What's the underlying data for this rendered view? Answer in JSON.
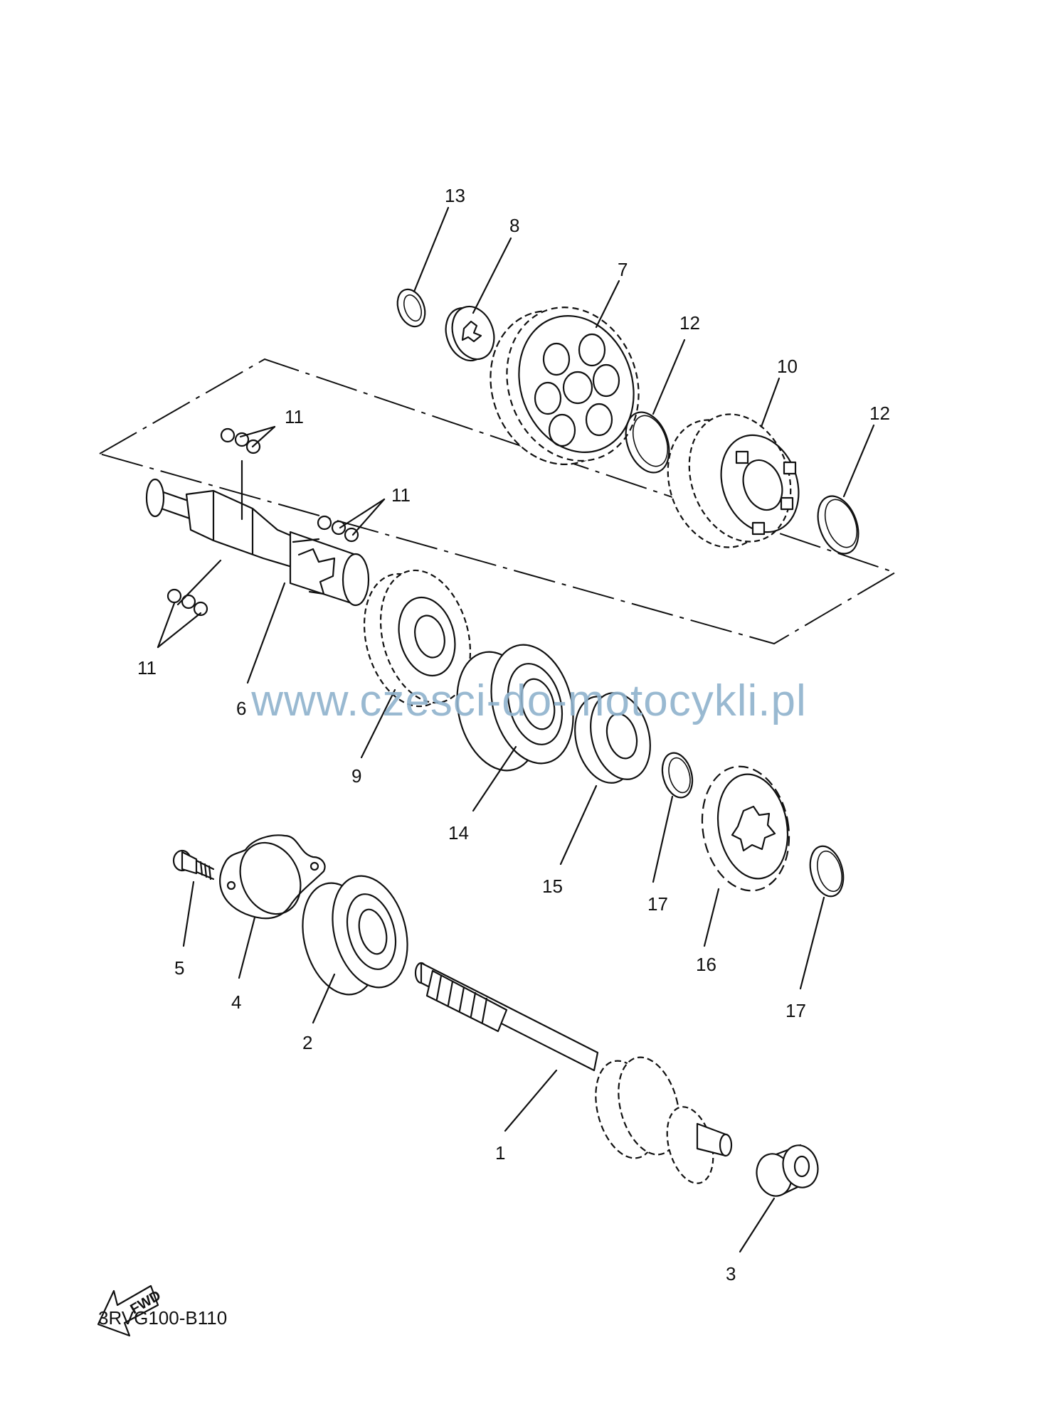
{
  "diagram": {
    "code": "3RVG100-B110",
    "watermark": "www.czesci-do-motocykli.pl",
    "fwd_label": "FWD",
    "labels": {
      "p1": "1",
      "p2": "2",
      "p3": "3",
      "p4": "4",
      "p5": "5",
      "p6": "6",
      "p7": "7",
      "p8": "8",
      "p9": "9",
      "p10": "10",
      "p11a": "11",
      "p11b": "11",
      "p11c": "11",
      "p12a": "12",
      "p12b": "12",
      "p13": "13",
      "p14": "14",
      "p15": "15",
      "p16": "16",
      "p17a": "17",
      "p17b": "17"
    }
  }
}
